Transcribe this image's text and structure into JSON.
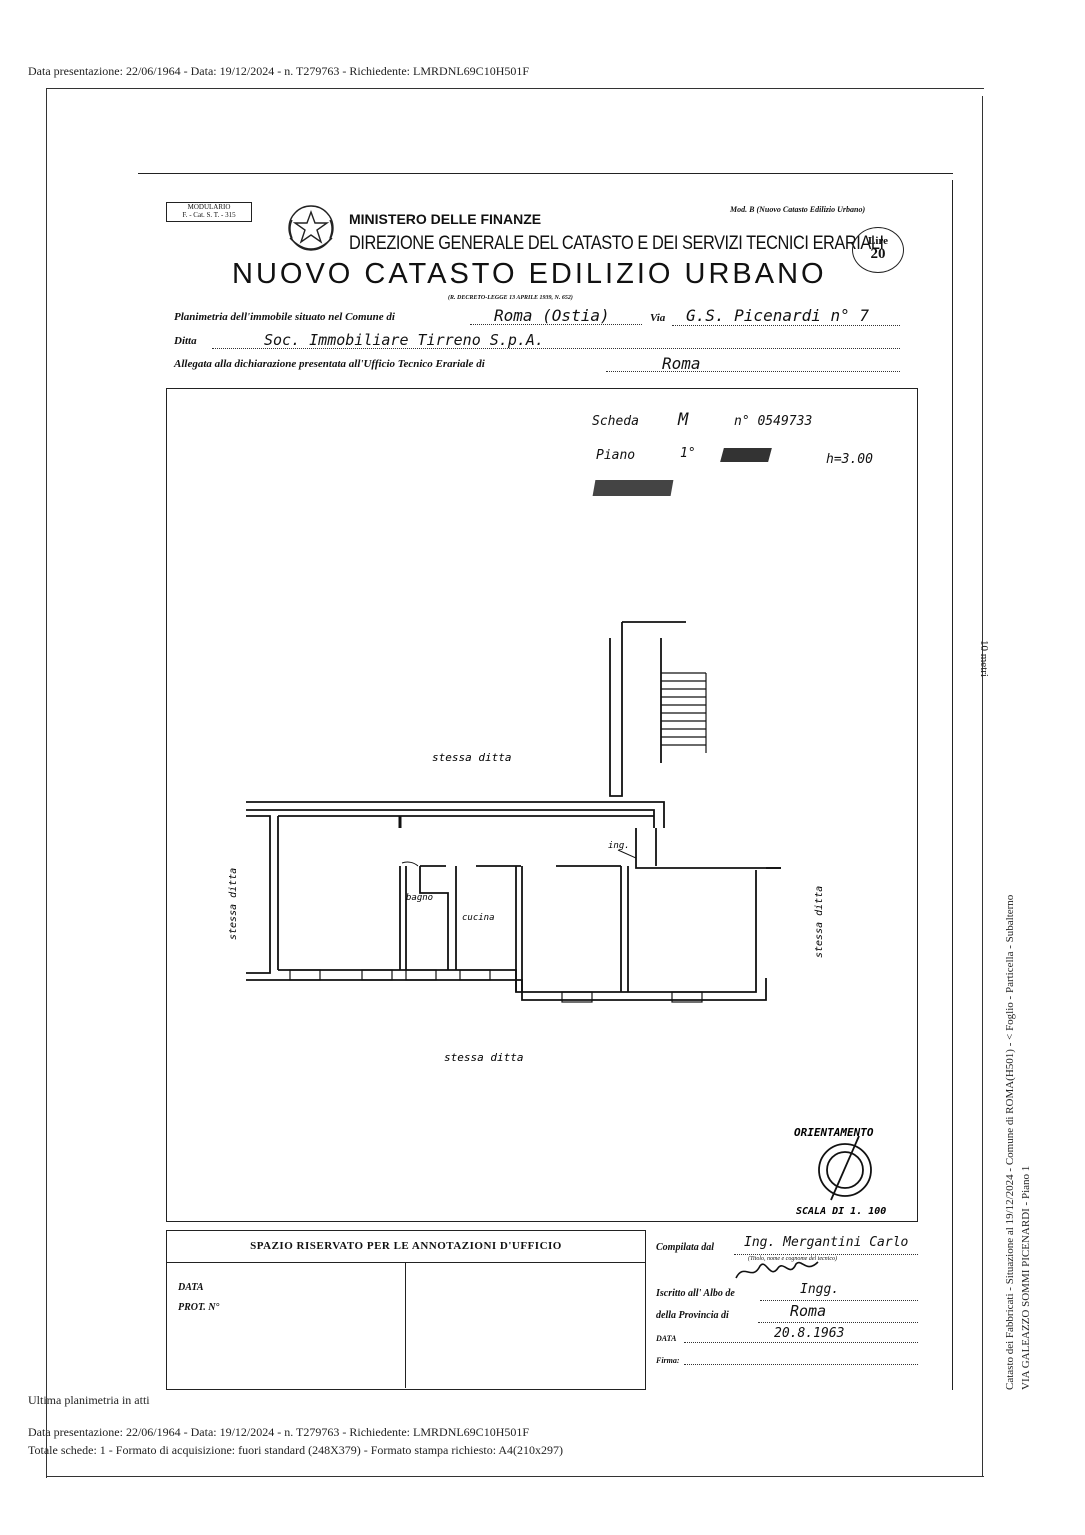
{
  "header_meta": "Data presentazione: 22/06/1964 - Data: 19/12/2024 - n. T279763 - Richiedente: LMRDNL69C10H501F",
  "form": {
    "modulario_title": "MODULARIO",
    "modulario_code": "F. - Cat. S. T. - 315",
    "ministry": "MINISTERO DELLE FINANZE",
    "direction": "DIREZIONE GENERALE DEL CATASTO E DEI SERVIZI TECNICI ERARIALI",
    "title": "NUOVO CATASTO EDILIZIO URBANO",
    "decree": "(R. DECRETO-LEGGE 13 APRILE 1939, N. 652)",
    "mod": "Mod. B (Nuovo Catasto Edilizio Urbano)",
    "lire_label": "Lire",
    "lire_value": "20",
    "planimetria_label": "Planimetria dell'immobile situato nel Comune di",
    "comune_value": "Roma (Ostia)",
    "via_label": "Via",
    "via_value": "G.S. Picenardi n° 7",
    "ditta_label": "Ditta",
    "ditta_value": "Soc. Immobiliare Tirreno S.p.A.",
    "allegata_label": "Allegata alla dichiarazione presentata all'Ufficio Tecnico Erariale di",
    "allegata_value": "Roma"
  },
  "plan": {
    "scheda_label": "Scheda",
    "scheda_letter": "M",
    "scheda_num": "n° 0549733",
    "piano_label": "Piano",
    "piano_value": "1°",
    "height": "h=3.00",
    "stessa_ditta_top": "stessa ditta",
    "stessa_ditta_bottom": "stessa ditta",
    "stessa_ditta_left": "stessa ditta",
    "stessa_ditta_right": "stessa ditta",
    "bagno": "bagno",
    "cucina": "cucina",
    "ingresso": "ing.",
    "orientamento": "ORIENTAMENTO",
    "scala": "SCALA DI 1. 100"
  },
  "footer_form": {
    "spazio": "SPAZIO RISERVATO PER LE ANNOTAZIONI D'UFFICIO",
    "data_label": "DATA",
    "prot_label": "PROT. N°",
    "compilata_label": "Compilata dal",
    "compilata_value": "Ing. Mergantini Carlo",
    "compilata_sub": "(Titolo, nome e cognome del tecnico)",
    "iscritto_label": "Iscritto all' Albo de",
    "iscritto_value": "Ingg.",
    "provincia_label": "della Provincia di",
    "provincia_value": "Roma",
    "data2_label": "DATA",
    "data2_value": "20.8.1963",
    "firma_label": "Firma:"
  },
  "bottom_meta": {
    "ultima": "Ultima planimetria in atti",
    "line1": "Data presentazione: 22/06/1964 - Data: 19/12/2024 - n. T279763 - Richiedente: LMRDNL69C10H501F",
    "line2": "Totale schede: 1 - Formato di acquisizione: fuori standard (248X379) - Formato stampa richiesto: A4(210x297)"
  },
  "side": {
    "metri": "10 metri",
    "catasto": "Catasto dei Fabbricati - Situazione al 19/12/2024 - Comune di ROMA(H501) - < Foglio - Particella - Subalterno",
    "via": "VIA GALEAZZO SOMMI PICENARDI - Piano 1"
  }
}
